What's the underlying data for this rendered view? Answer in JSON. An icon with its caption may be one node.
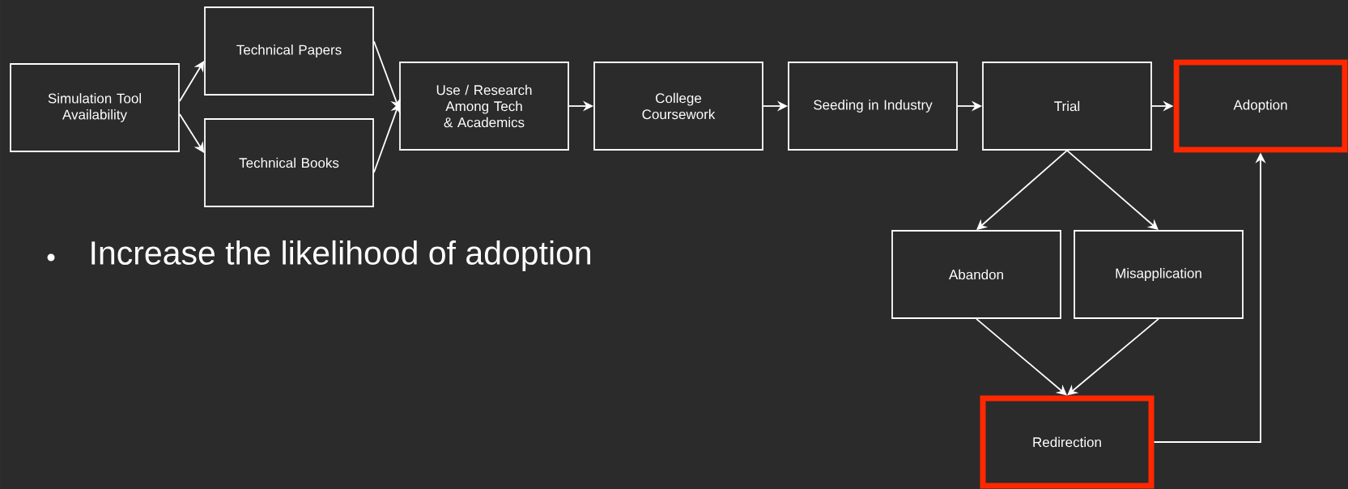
{
  "diagram": {
    "nodes": [
      {
        "text": [
          "Simulation Tool Availability"
        ]
      },
      {
        "text": [
          "Technical Papers"
        ]
      },
      {
        "text": [
          "Technical Books"
        ]
      },
      {
        "text": [
          "Use / Research Among Tech & Academics"
        ]
      },
      {
        "text": [
          "College Coursework"
        ]
      },
      {
        "text": [
          "Seeding in Industry"
        ]
      },
      {
        "text": [
          "Trial"
        ]
      },
      {
        "text": [
          "Adoption"
        ]
      },
      {
        "text": [
          "Abandon"
        ]
      },
      {
        "text": [
          "Misapplication"
        ]
      },
      {
        "text": [
          "Redirection"
        ]
      }
    ],
    "edges": [
      {
        "from": 0,
        "to": 1,
        "arrow": "to"
      },
      {
        "from": 0,
        "to": 2,
        "arrow": "to"
      },
      {
        "from": 1,
        "to": 3,
        "arrow": "to"
      },
      {
        "from": 2,
        "to": 3,
        "arrow": "to"
      },
      {
        "from": 3,
        "to": 4,
        "arrow": "to"
      },
      {
        "from": 4,
        "to": 5,
        "arrow": "to"
      },
      {
        "from": 5,
        "to": 6,
        "arrow": "to"
      },
      {
        "from": 6,
        "to": 7,
        "arrow": "to"
      },
      {
        "from": 6,
        "to": 8,
        "arrow": "to"
      },
      {
        "from": 6,
        "to": 9,
        "arrow": "to"
      },
      {
        "from": 8,
        "to": 10,
        "arrow": "to"
      },
      {
        "from": 9,
        "to": 10,
        "arrow": "to"
      },
      {
        "from": 10,
        "to": 7,
        "arrow": "to"
      }
    ],
    "labels": [
      "Increase the likelihood of adoption"
    ]
  }
}
